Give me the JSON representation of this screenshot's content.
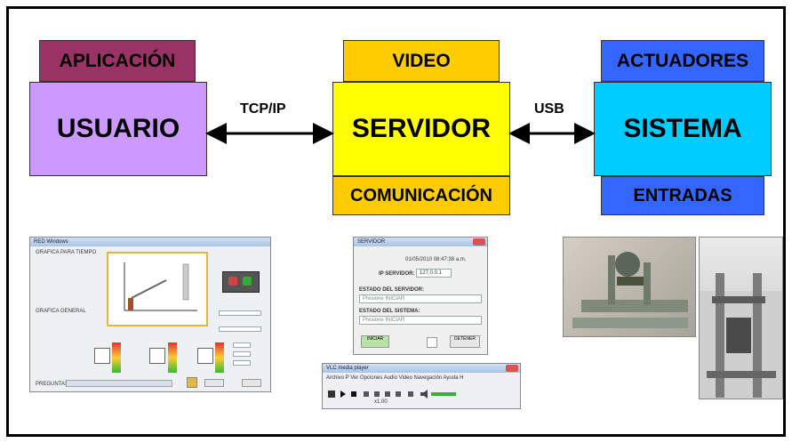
{
  "diagram": {
    "usuario": {
      "label": "USUARIO",
      "color": "#cc99ff"
    },
    "aplicacion": {
      "label": "APLICACIÓN",
      "color": "#993366"
    },
    "servidor": {
      "label": "SERVIDOR",
      "color": "#ffff00"
    },
    "video": {
      "label": "VIDEO",
      "color": "#ffcc00"
    },
    "comunicacion": {
      "label": "COMUNICACIÓN",
      "color": "#ffcc00"
    },
    "sistema": {
      "label": "SISTEMA",
      "color": "#00ccff"
    },
    "actuadores": {
      "label": "ACTUADORES",
      "color": "#3366ff"
    },
    "entradas": {
      "label": "ENTRADAS",
      "color": "#3366ff"
    },
    "link_left": "TCP/IP",
    "link_right": "USB"
  },
  "screenshots": {
    "app_title": "RED Windows",
    "app_left_label1": "GRAFICA PARA TIEMPO",
    "app_left_label2": "GRAFICA GENERAL",
    "app_footer": "PREGUNTAS",
    "servidor_title": "SERVIDOR",
    "servidor_date": "01/05/2010 08:47:38 a.m.",
    "servidor_ip_label": "IP SERVIDOR:",
    "servidor_ip_value": "127.0.0.1",
    "servidor_estado_servidor": "ESTADO DEL SERVIDOR:",
    "servidor_estado_servidor_value": "Presione INICIAR",
    "servidor_estado_sistema": "ESTADO DEL SISTEMA:",
    "servidor_estado_sistema_value": "Presione INICIAR",
    "servidor_iniciar": "INICIAR",
    "servidor_detener": "DETENER",
    "vlc_title": "VLC media player",
    "vlc_menu": "Archivo P  Ver  Opciones  Audio  Video  Navegación  Ayuda H",
    "vlc_speed": "x1.00"
  }
}
